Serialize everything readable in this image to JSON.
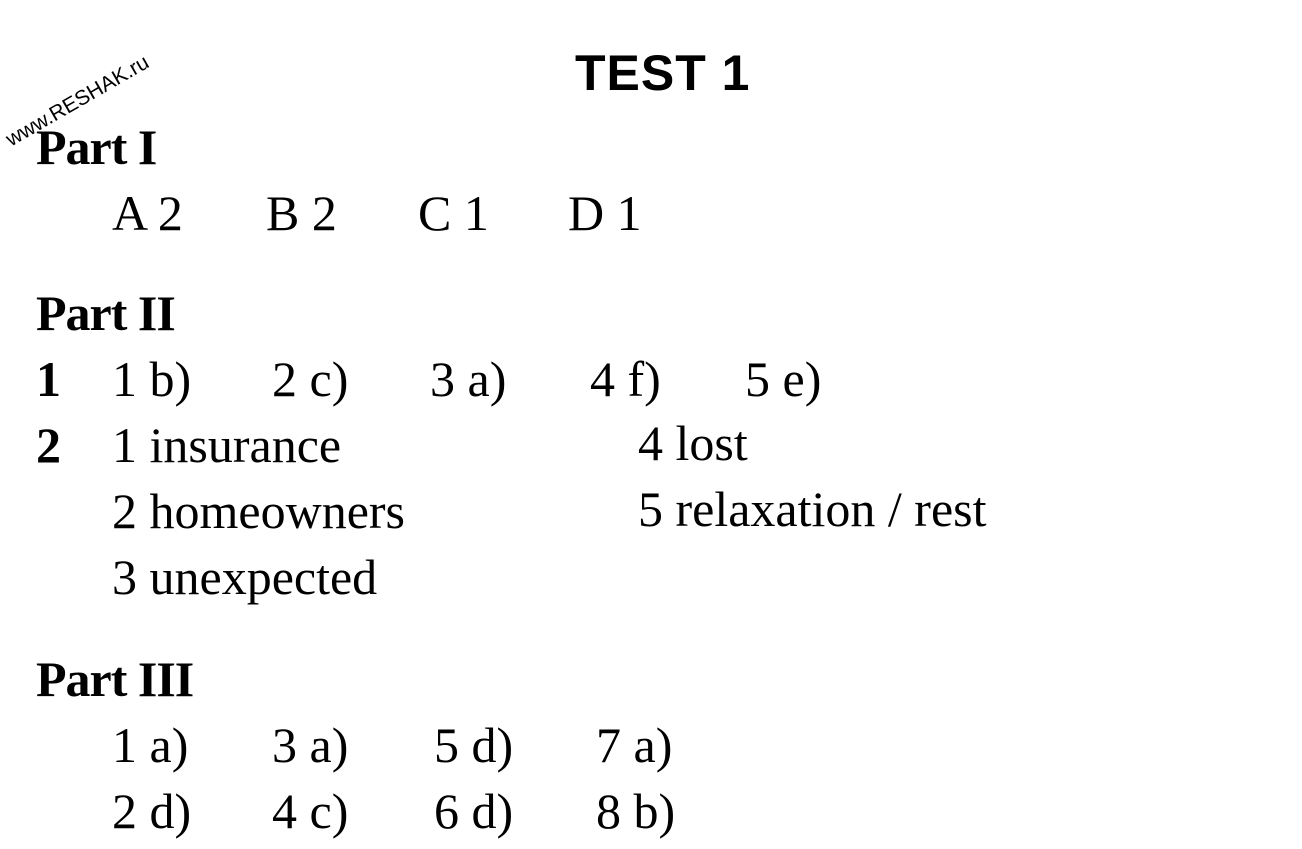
{
  "watermark": "www.RESHAK.ru",
  "title": "TEST 1",
  "part1": {
    "heading": "Part I",
    "answers": [
      {
        "letter": "A",
        "value": "2"
      },
      {
        "letter": "B",
        "value": "2"
      },
      {
        "letter": "C",
        "value": "1"
      },
      {
        "letter": "D",
        "value": "1"
      }
    ]
  },
  "part2": {
    "heading": "Part II",
    "task1": {
      "number": "1",
      "answers": [
        {
          "n": "1",
          "a": "b)"
        },
        {
          "n": "2",
          "a": "c)"
        },
        {
          "n": "3",
          "a": "a)"
        },
        {
          "n": "4",
          "a": "f)"
        },
        {
          "n": "5",
          "a": "e)"
        }
      ]
    },
    "task2": {
      "number": "2",
      "answers": [
        {
          "n": "1",
          "w": "insurance"
        },
        {
          "n": "2",
          "w": "homeowners"
        },
        {
          "n": "3",
          "w": "unexpected"
        },
        {
          "n": "4",
          "w": "lost"
        },
        {
          "n": "5",
          "w": "relaxation / rest"
        }
      ]
    }
  },
  "part3": {
    "heading": "Part III",
    "answers": [
      {
        "n": "1",
        "a": "a)"
      },
      {
        "n": "3",
        "a": "a)"
      },
      {
        "n": "5",
        "a": "d)"
      },
      {
        "n": "7",
        "a": "a)"
      },
      {
        "n": "2",
        "a": "d)"
      },
      {
        "n": "4",
        "a": "c)"
      },
      {
        "n": "6",
        "a": "d)"
      },
      {
        "n": "8",
        "a": "b)"
      }
    ]
  }
}
